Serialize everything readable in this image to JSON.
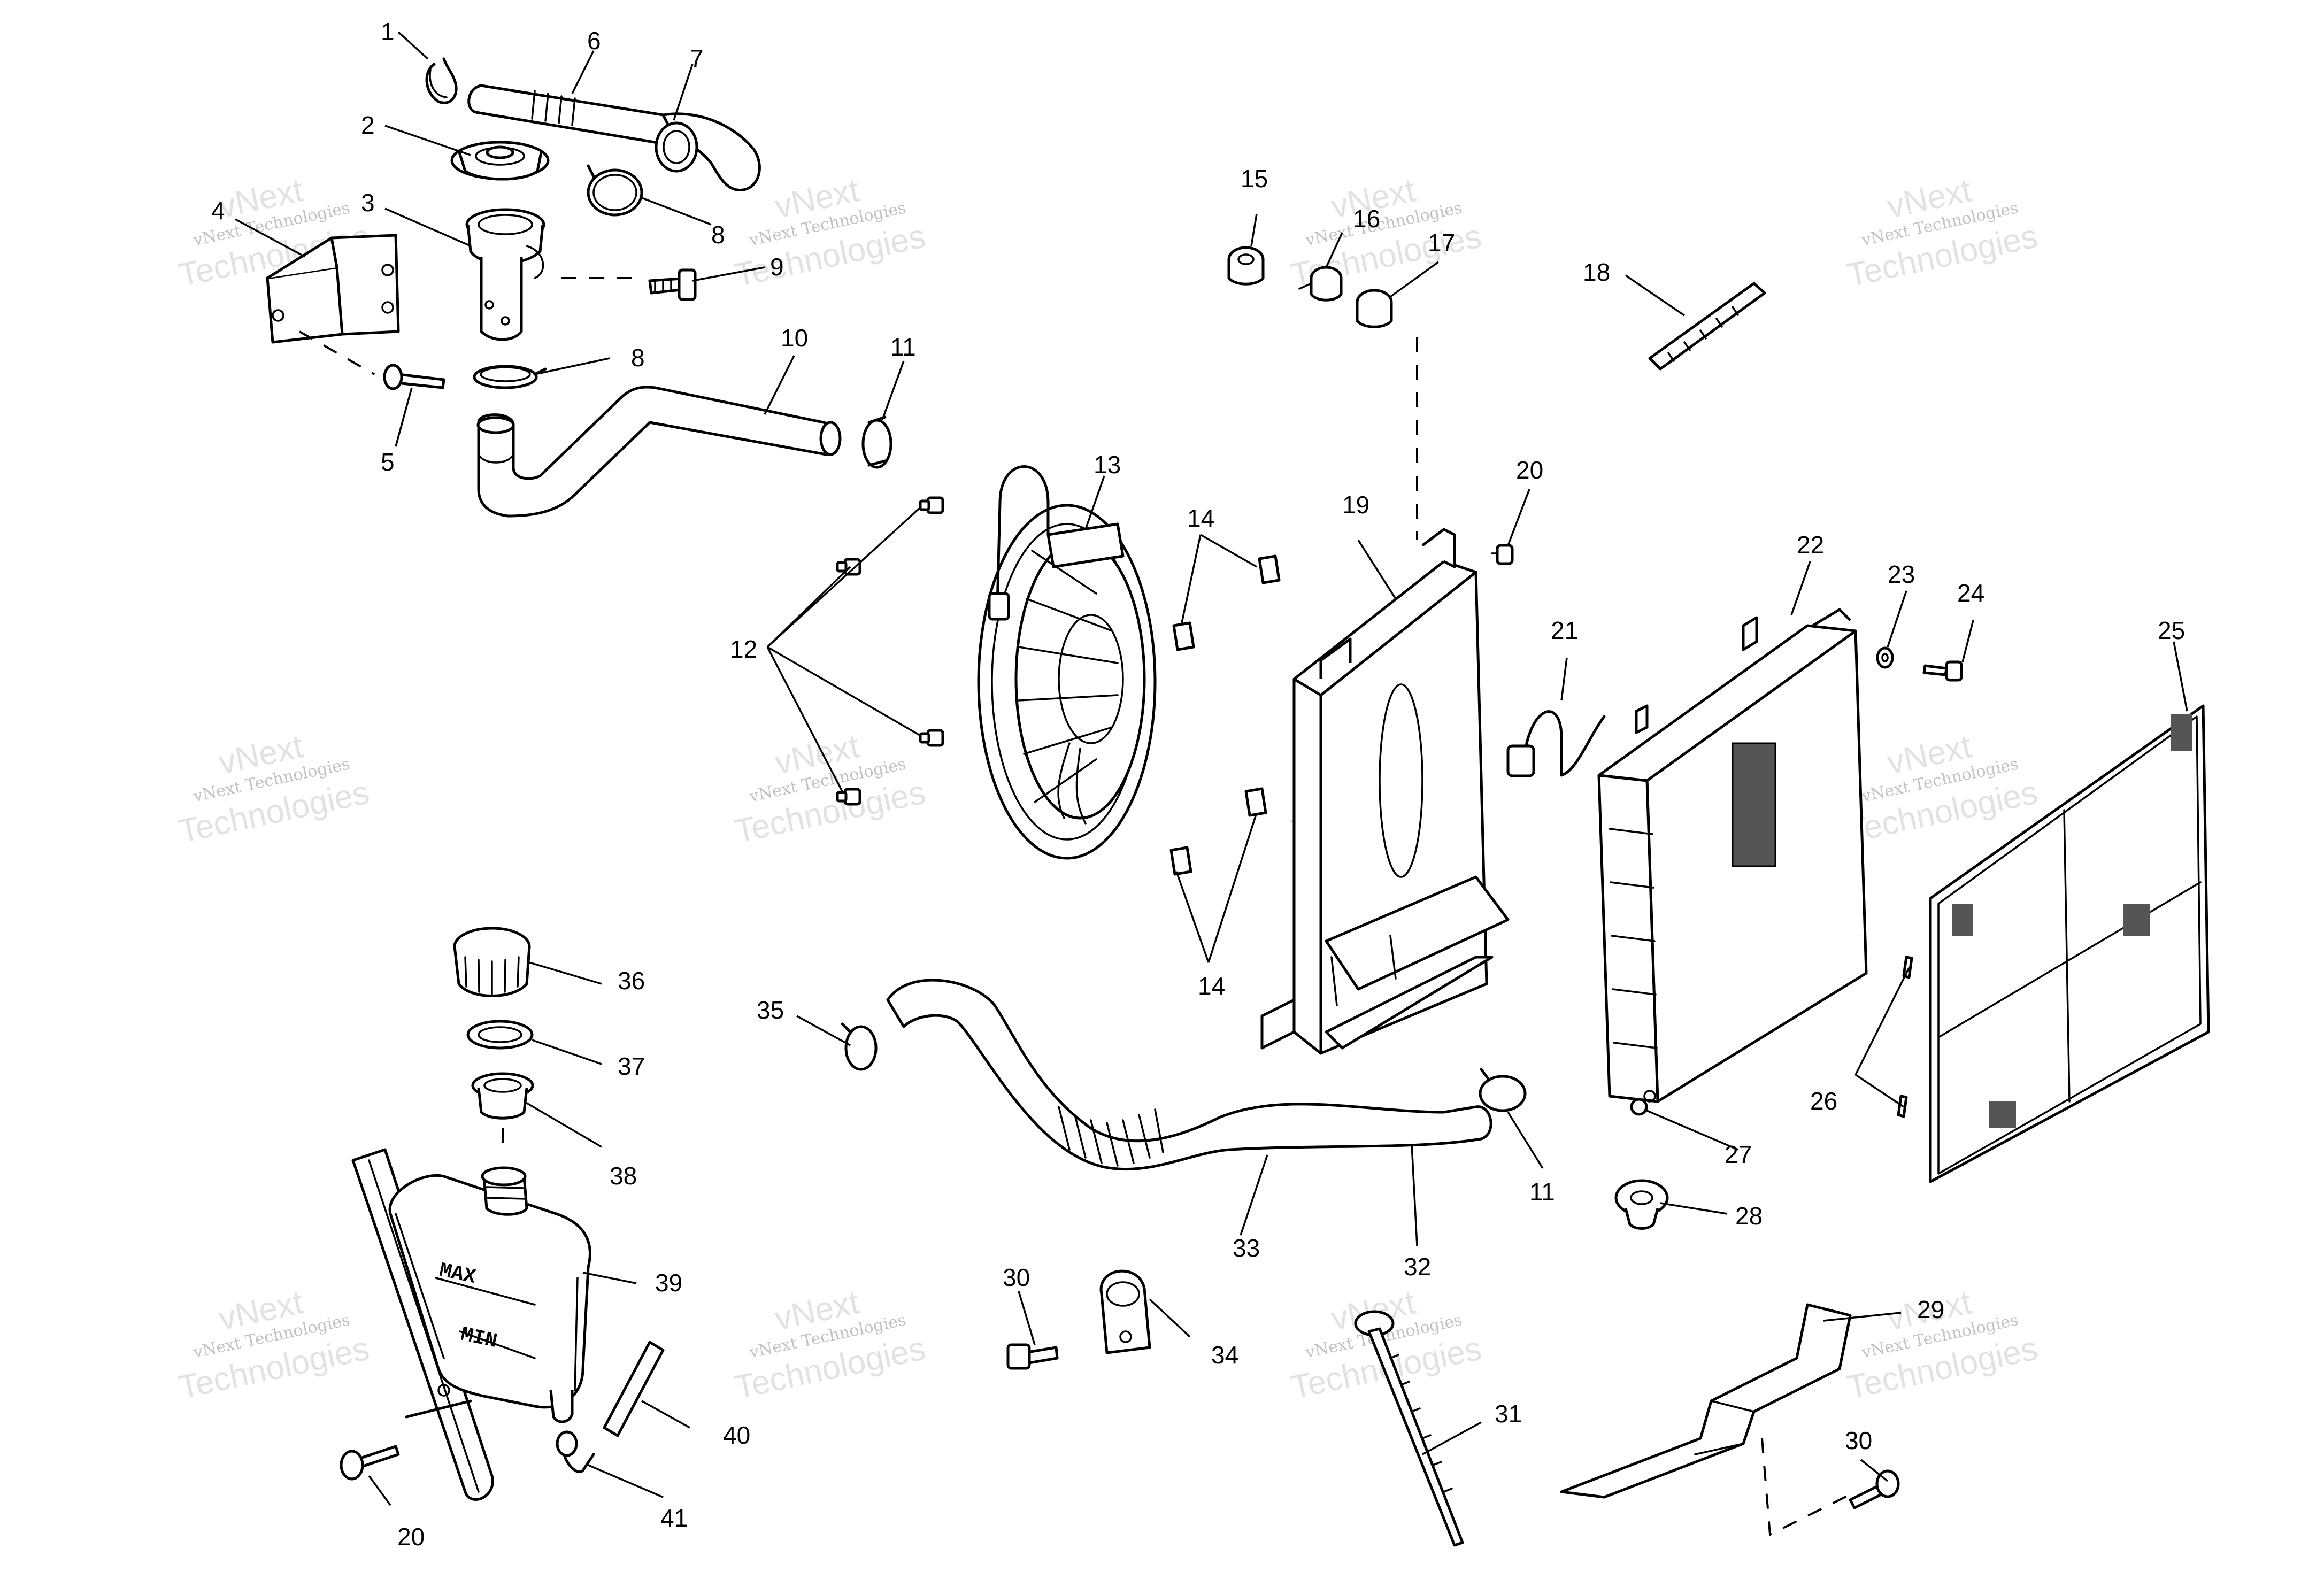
{
  "watermark": {
    "small": "vNext Technologies",
    "large_1": "vNext",
    "large_2": "Technologies"
  },
  "tank_markings": {
    "max": "MAX",
    "min": "MIN"
  },
  "callouts": [
    {
      "id": "c1",
      "label": "1"
    },
    {
      "id": "c2",
      "label": "2"
    },
    {
      "id": "c3",
      "label": "3"
    },
    {
      "id": "c4",
      "label": "4"
    },
    {
      "id": "c5",
      "label": "5"
    },
    {
      "id": "c6",
      "label": "6"
    },
    {
      "id": "c7",
      "label": "7"
    },
    {
      "id": "c8a",
      "label": "8"
    },
    {
      "id": "c8b",
      "label": "8"
    },
    {
      "id": "c9",
      "label": "9"
    },
    {
      "id": "c10",
      "label": "10"
    },
    {
      "id": "c11a",
      "label": "11"
    },
    {
      "id": "c11b",
      "label": "11"
    },
    {
      "id": "c12",
      "label": "12"
    },
    {
      "id": "c13",
      "label": "13"
    },
    {
      "id": "c14a",
      "label": "14"
    },
    {
      "id": "c14b",
      "label": "14"
    },
    {
      "id": "c15",
      "label": "15"
    },
    {
      "id": "c16",
      "label": "16"
    },
    {
      "id": "c17",
      "label": "17"
    },
    {
      "id": "c18",
      "label": "18"
    },
    {
      "id": "c19",
      "label": "19"
    },
    {
      "id": "c20a",
      "label": "20"
    },
    {
      "id": "c20b",
      "label": "20"
    },
    {
      "id": "c21",
      "label": "21"
    },
    {
      "id": "c22",
      "label": "22"
    },
    {
      "id": "c23",
      "label": "23"
    },
    {
      "id": "c24",
      "label": "24"
    },
    {
      "id": "c25",
      "label": "25"
    },
    {
      "id": "c26",
      "label": "26"
    },
    {
      "id": "c27",
      "label": "27"
    },
    {
      "id": "c28",
      "label": "28"
    },
    {
      "id": "c29",
      "label": "29"
    },
    {
      "id": "c30a",
      "label": "30"
    },
    {
      "id": "c30b",
      "label": "30"
    },
    {
      "id": "c31",
      "label": "31"
    },
    {
      "id": "c32",
      "label": "32"
    },
    {
      "id": "c33",
      "label": "33"
    },
    {
      "id": "c34",
      "label": "34"
    },
    {
      "id": "c35",
      "label": "35"
    },
    {
      "id": "c36",
      "label": "36"
    },
    {
      "id": "c37",
      "label": "37"
    },
    {
      "id": "c38",
      "label": "38"
    },
    {
      "id": "c39",
      "label": "39"
    },
    {
      "id": "c40",
      "label": "40"
    },
    {
      "id": "c41",
      "label": "41"
    }
  ]
}
